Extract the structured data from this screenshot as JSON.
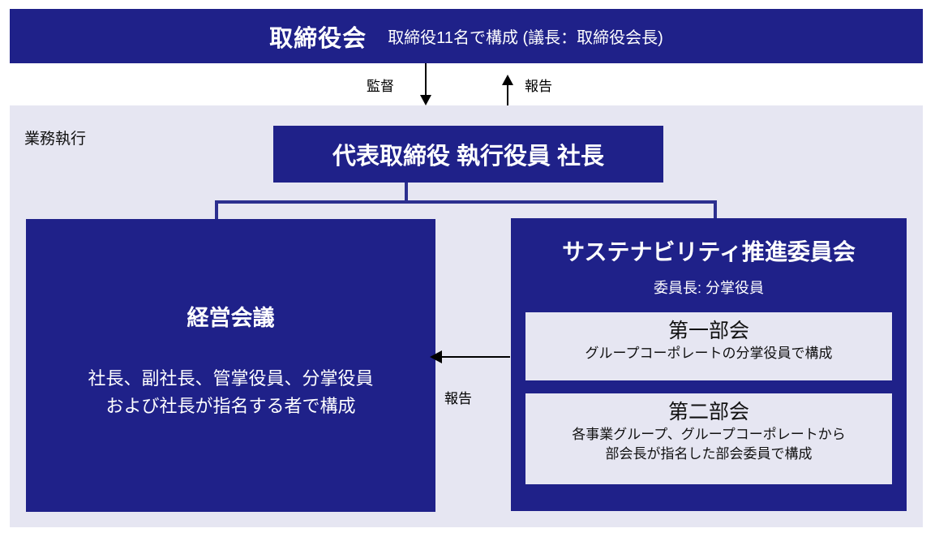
{
  "board": {
    "title": "取締役会",
    "subtitle": "取締役11名で構成 (議長：取締役会長)"
  },
  "flows": {
    "supervision_label": "監督",
    "report_label_top": "報告",
    "report_label_middle": "報告"
  },
  "panel": {
    "label": "業務執行"
  },
  "president": {
    "title": "代表取締役 執行役員 社長"
  },
  "management_meeting": {
    "title": "経営会議",
    "body_line1": "社長、副社長、管掌役員、分掌役員",
    "body_line2": "および社長が指名する者で構成"
  },
  "sustainability_committee": {
    "title": "サステナビリティ推進委員会",
    "chair": "委員長: 分掌役員",
    "subcommittees": [
      {
        "name": "第一部会",
        "desc_line1": "グループコーポレートの分掌役員で構成",
        "desc_line2": ""
      },
      {
        "name": "第二部会",
        "desc_line1": "各事業グループ、グループコーポレートから",
        "desc_line2": "部会長が指名した部会委員で構成"
      }
    ]
  },
  "colors": {
    "navy": "#1f2189",
    "panel_bg": "#e6e6f2",
    "connector": "#2c2f8f",
    "arrow": "#000000",
    "text_on_navy": "#ffffff"
  }
}
